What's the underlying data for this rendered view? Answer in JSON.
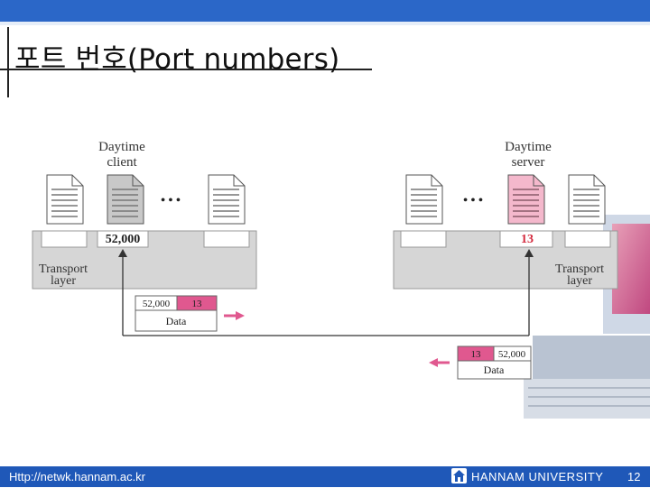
{
  "slide": {
    "title": "포트 번호(Port numbers)",
    "footer_url": "Http://netwk.hannam.ac.kr",
    "footer_university": "HANNAM  UNIVERSITY",
    "page_number": "12"
  },
  "diagram": {
    "client_label_line1": "Daytime",
    "client_label_line2": "client",
    "server_label_line1": "Daytime",
    "server_label_line2": "server",
    "ellipsis": "• • •",
    "client_port": "52,000",
    "server_port": "13",
    "transport_line1": "Transport",
    "transport_line2": "layer",
    "request_packet": {
      "src_port": "52,000",
      "dst_port": "13",
      "data": "Data"
    },
    "reply_packet": {
      "src_port": "13",
      "dst_port": "52,000",
      "data": "Data"
    }
  },
  "colors": {
    "header_bar": "#2b67c8",
    "footer_bar": "#1f58b8",
    "highlight_pink": "#e0588f",
    "server_port_red": "#d3283c",
    "transport_gray": "#d6d6d6"
  }
}
